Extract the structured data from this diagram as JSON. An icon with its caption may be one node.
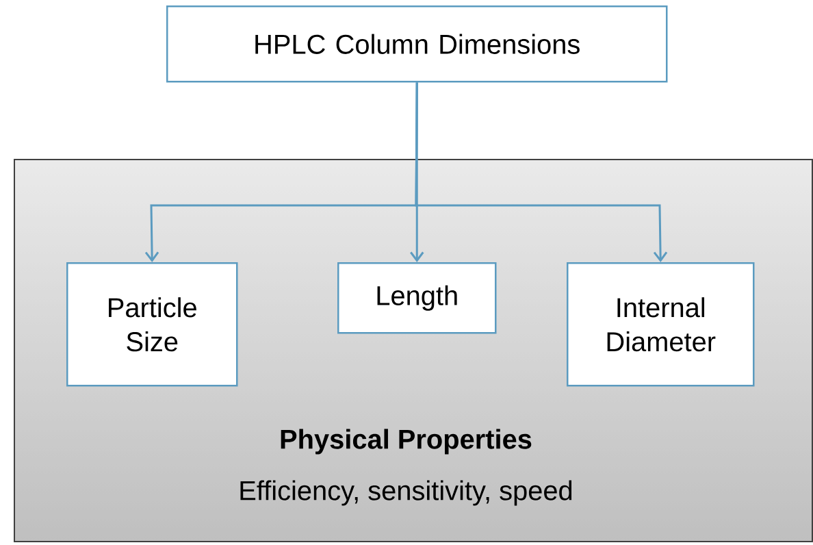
{
  "diagram": {
    "nodes": [
      {
        "text": [
          "HPLC Column Dimensions"
        ]
      },
      {
        "text": [
          "Physical Properties",
          "Efficiency, sensitivity, speed"
        ]
      },
      {
        "text": [
          "Particle Size"
        ],
        "in": 1
      },
      {
        "text": [
          "Length"
        ],
        "in": 1
      },
      {
        "text": [
          "Internal Diameter"
        ],
        "in": 1
      }
    ],
    "edges": [
      {
        "from": 0,
        "to": 2,
        "arrow": "to"
      },
      {
        "from": 0,
        "to": 3,
        "arrow": "to"
      },
      {
        "from": 0,
        "to": 4,
        "arrow": "to"
      }
    ]
  }
}
